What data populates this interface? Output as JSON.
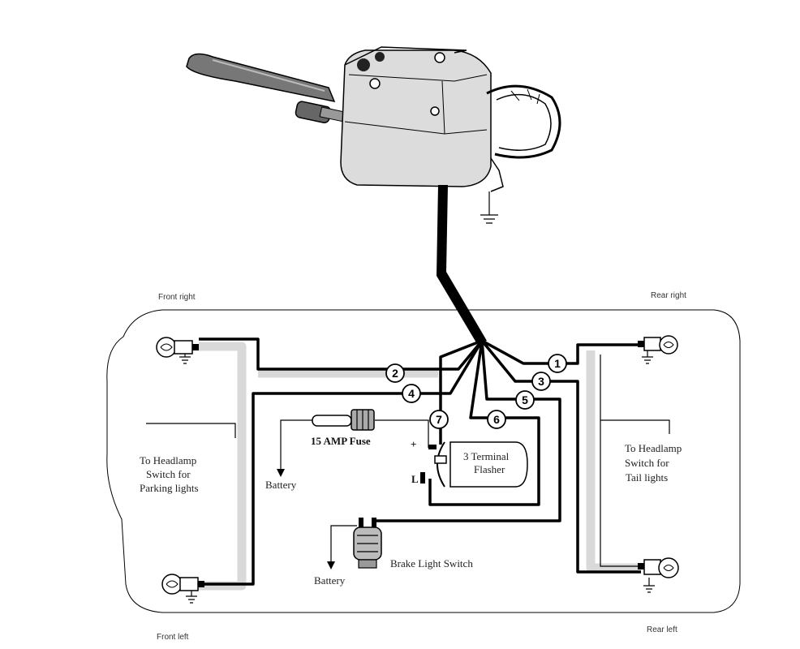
{
  "corners": {
    "front_right": "Front right",
    "rear_right": "Rear right",
    "front_left": "Front left",
    "rear_left": "Rear left"
  },
  "wire_numbers": [
    "1",
    "2",
    "3",
    "4",
    "5",
    "6",
    "7"
  ],
  "labels": {
    "fuse": "15 AMP Fuse",
    "battery_fuse": "Battery",
    "battery_brake": "Battery",
    "flasher_line1": "3 Terminal",
    "flasher_line2": "Flasher",
    "flasher_plus": "+",
    "flasher_l": "L",
    "brake_switch": "Brake Light Switch",
    "parking_line1": "To Headlamp",
    "parking_line2": "Switch for",
    "parking_line3": "Parking lights",
    "tail_line1": "To Headlamp",
    "tail_line2": "Switch for",
    "tail_line3": "Tail lights"
  }
}
